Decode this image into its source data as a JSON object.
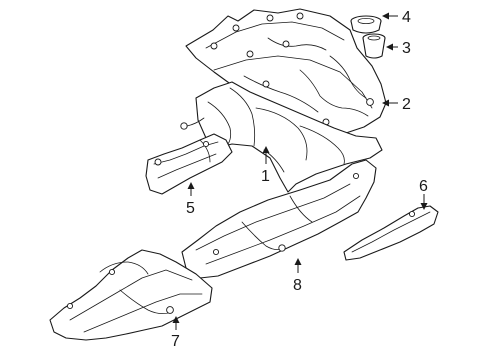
{
  "callouts": {
    "c1": "1",
    "c2": "2",
    "c3": "3",
    "c4": "4",
    "c5": "5",
    "c6": "6",
    "c7": "7",
    "c8": "8"
  },
  "colors": {
    "line": "#1a1a1a",
    "fill": "#ffffff"
  }
}
